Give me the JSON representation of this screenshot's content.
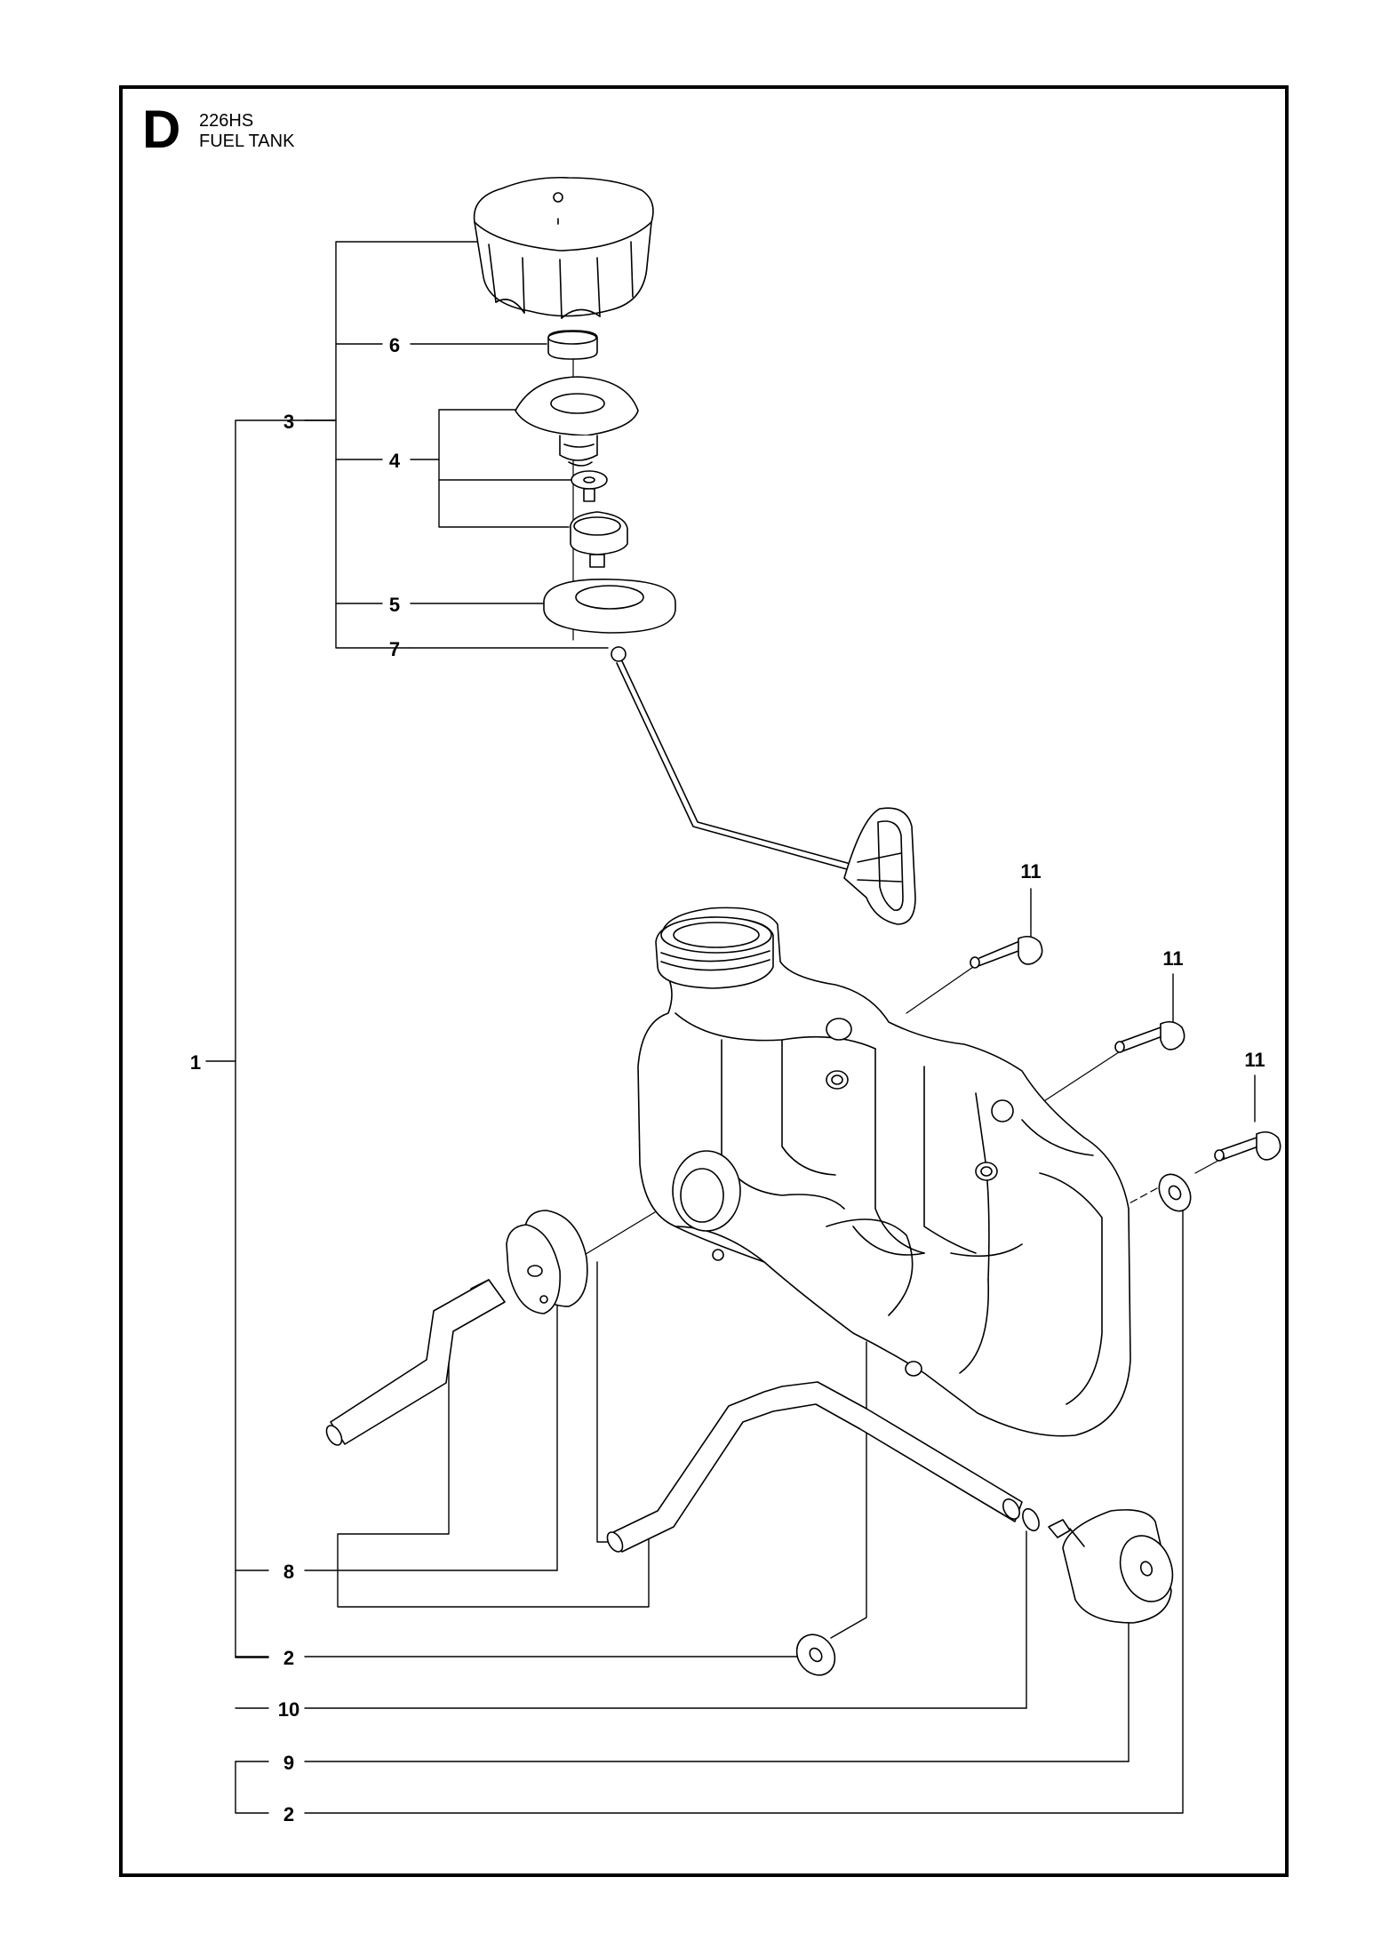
{
  "header": {
    "section_letter": "D",
    "model": "226HS",
    "part_name": "FUEL TANK"
  },
  "callouts": [
    {
      "id": "c6",
      "label": "6"
    },
    {
      "id": "c3",
      "label": "3"
    },
    {
      "id": "c4",
      "label": "4"
    },
    {
      "id": "c5",
      "label": "5"
    },
    {
      "id": "c7",
      "label": "7"
    },
    {
      "id": "c1",
      "label": "1"
    },
    {
      "id": "c8",
      "label": "8"
    },
    {
      "id": "c2a",
      "label": "2"
    },
    {
      "id": "c10",
      "label": "10"
    },
    {
      "id": "c9",
      "label": "9"
    },
    {
      "id": "c2b",
      "label": "2"
    },
    {
      "id": "c11a",
      "label": "11"
    },
    {
      "id": "c11b",
      "label": "11"
    },
    {
      "id": "c11c",
      "label": "11"
    }
  ]
}
